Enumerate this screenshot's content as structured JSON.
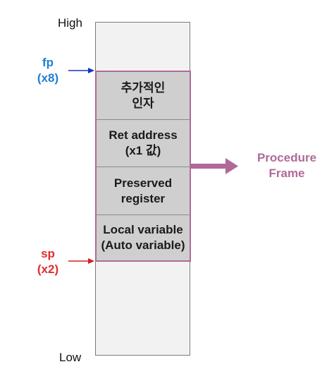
{
  "labels": {
    "high": "High",
    "low": "Low",
    "fp": "fp\n(x8)",
    "sp": "sp\n(x2)",
    "procedure_frame": "Procedure\nFrame"
  },
  "cells": [
    "추가적인\n인자",
    "Ret address\n(x1 값)",
    "Preserved\nregister",
    "Local variable\n(Auto variable)"
  ],
  "colors": {
    "fp": "#1f7ed6",
    "sp": "#e02c2c",
    "frame": "#b06a98",
    "fp_arrow": "#1533c9",
    "sp_arrow": "#d61e1e"
  }
}
